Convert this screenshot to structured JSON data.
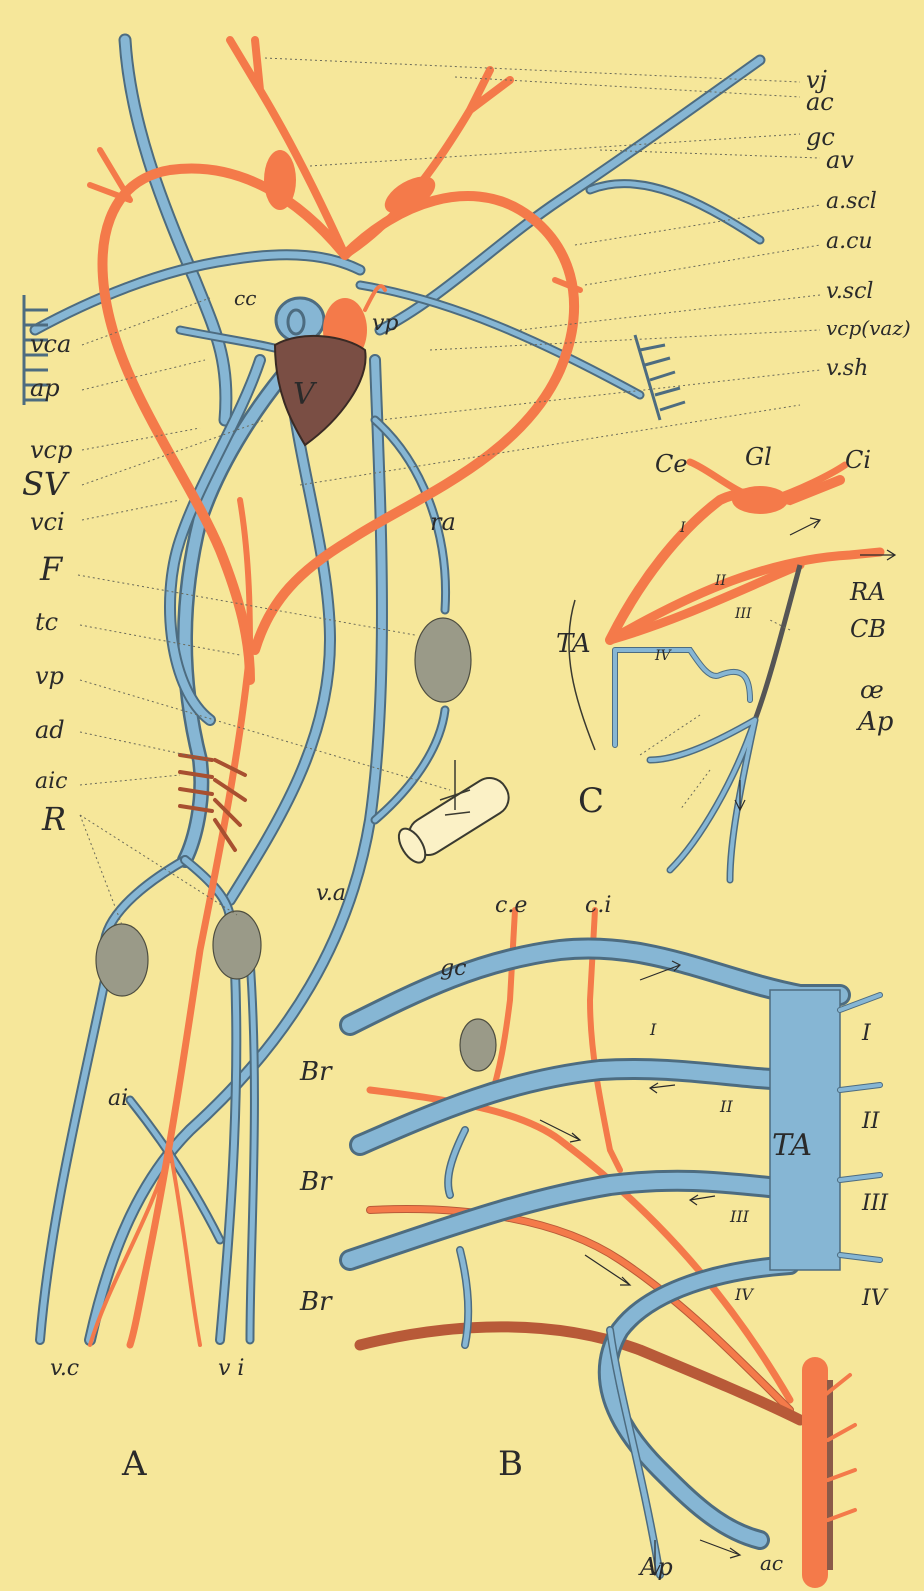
{
  "panels": {
    "a": "A",
    "b": "B",
    "c": "C"
  },
  "labels_a_right": [
    "vj",
    "ac",
    "gc",
    "av",
    "a.scl",
    "a.cu",
    "v.scl",
    "vcp(vaz)",
    "v.sh"
  ],
  "labels_a_left": [
    "vca",
    "ap",
    "vcp",
    "SV",
    "vci",
    "F",
    "tc",
    "vp",
    "ad",
    "aic",
    "R"
  ],
  "labels_a_inner": {
    "cc": "cc",
    "vp": "vp",
    "ventricle": "V",
    "ra": "ra",
    "va": "v.a",
    "ai": "ai",
    "vc": "v.c",
    "vi": "v i"
  },
  "labels_c": {
    "ce": "Ce",
    "gl": "Gl",
    "ci": "Ci",
    "ta": "TA",
    "ra": "RA",
    "cb": "CB",
    "oe": "œ",
    "ap": "Ap",
    "i": "I",
    "ii": "II",
    "iii": "III",
    "iv": "IV"
  },
  "labels_b": {
    "ce": "c.e",
    "ci": "c.i",
    "gc": "gc",
    "br1": "Br",
    "br2": "Br",
    "br3": "Br",
    "ta": "TA",
    "ap": "Ap",
    "ac": "ac",
    "i": "I",
    "ii": "II",
    "iii": "III",
    "iv": "IV",
    "ri": "I",
    "rii": "II",
    "riii": "III",
    "riv": "IV"
  },
  "colors": {
    "background": "#f6e79a",
    "artery": "#f47a4a",
    "vein": "#86b6d4",
    "ventricle": "#7a4e44"
  }
}
